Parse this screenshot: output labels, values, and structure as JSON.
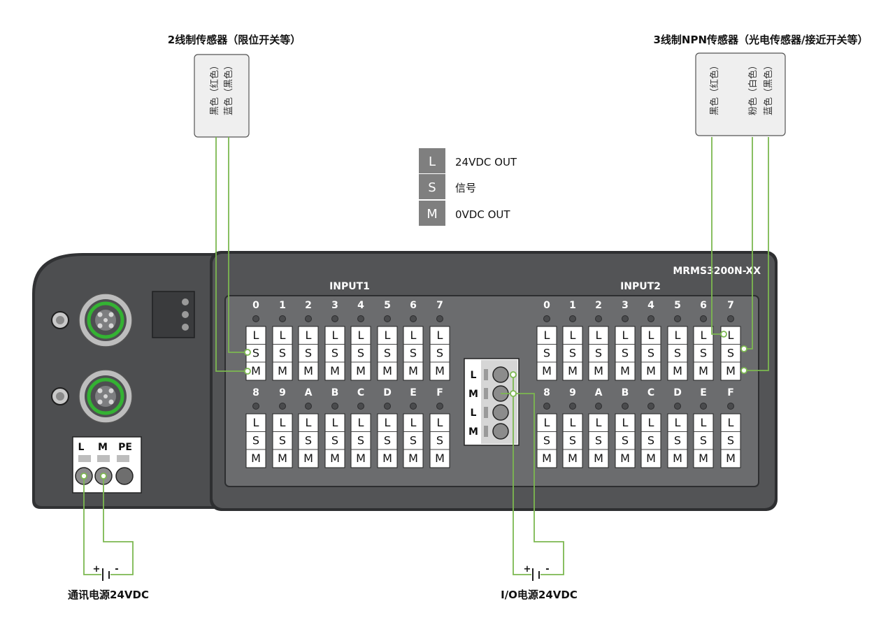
{
  "sensor_left": {
    "title": "2线制传感器（限位开关等）",
    "wires": [
      "黑色（红色）",
      "蓝色（黑色）"
    ]
  },
  "sensor_right": {
    "title": "3线制NPN传感器（光电传感器/接近开关等）",
    "wires": [
      "黑色（红色）",
      "粉色（白色）",
      "蓝色（黑色）"
    ]
  },
  "legend": [
    {
      "key": "L",
      "text": "24VDC OUT"
    },
    {
      "key": "S",
      "text": "信号"
    },
    {
      "key": "M",
      "text": "0VDC OUT"
    }
  ],
  "device": {
    "model": "MRMS3200N-XX",
    "input1_label": "INPUT1",
    "input2_label": "INPUT2",
    "channels_top": [
      "0",
      "1",
      "2",
      "3",
      "4",
      "5",
      "6",
      "7"
    ],
    "channels_bottom": [
      "8",
      "9",
      "A",
      "B",
      "C",
      "D",
      "E",
      "F"
    ],
    "pin_labels": [
      "L",
      "S",
      "M"
    ],
    "power_terminal_labels": [
      "L",
      "M",
      "PE"
    ],
    "io_terminal_labels": [
      "L",
      "M",
      "L",
      "M"
    ]
  },
  "power": {
    "comm_label": "通讯电源24VDC",
    "io_label": "I/O电源24VDC",
    "plus": "+",
    "minus": "-"
  },
  "colors": {
    "wire": "#7cb850",
    "panel": "#4f5052",
    "panel_inner": "#6b6c6e",
    "legend_key": "#7f7f7f",
    "connector_ring": "#34b233"
  }
}
